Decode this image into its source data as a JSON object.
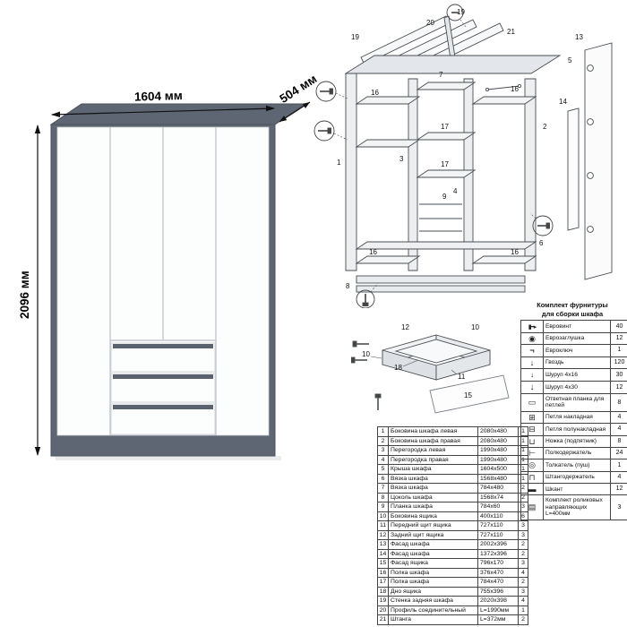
{
  "dims": {
    "width": "1604 мм",
    "depth": "504 мм",
    "height": "2096 мм"
  },
  "exploded": {
    "callouts": [
      "19",
      "20",
      "19",
      "21",
      "5",
      "7",
      "16",
      "16",
      "2",
      "17",
      "3",
      "1",
      "17",
      "4",
      "9",
      "6",
      "8",
      "16",
      "16",
      "13",
      "14"
    ]
  },
  "drawer": {
    "callouts": [
      "12",
      "10",
      "10",
      "18",
      "11",
      "15"
    ]
  },
  "parts_table": {
    "rows": [
      {
        "num": "1",
        "name": "Боковина шкафа левая",
        "size": "2080x480",
        "qty": "1"
      },
      {
        "num": "2",
        "name": "Боковина шкафа правая",
        "size": "2080x480",
        "qty": "1"
      },
      {
        "num": "3",
        "name": "Перегородка левая",
        "size": "1990x480",
        "qty": "1"
      },
      {
        "num": "4",
        "name": "Перегородка правая",
        "size": "1990x480",
        "qty": "1"
      },
      {
        "num": "5",
        "name": "Крыша шкафа",
        "size": "1604x500",
        "qty": "1"
      },
      {
        "num": "6",
        "name": "Вязка шкафа",
        "size": "1568x480",
        "qty": "1"
      },
      {
        "num": "7",
        "name": "Вязка шкафа",
        "size": "784x480",
        "qty": "2"
      },
      {
        "num": "8",
        "name": "Цоколь шкафа",
        "size": "1568x74",
        "qty": "2"
      },
      {
        "num": "9",
        "name": "Планка шкафа",
        "size": "784x60",
        "qty": "3"
      },
      {
        "num": "10",
        "name": "Боковина ящика",
        "size": "400x110",
        "qty": "6"
      },
      {
        "num": "11",
        "name": "Передний щит ящика",
        "size": "727x110",
        "qty": "3"
      },
      {
        "num": "12",
        "name": "Задний щит ящика",
        "size": "727x110",
        "qty": "3"
      },
      {
        "num": "13",
        "name": "Фасад шкафа",
        "size": "2002x396",
        "qty": "2"
      },
      {
        "num": "14",
        "name": "Фасад шкафа",
        "size": "1372x396",
        "qty": "2"
      },
      {
        "num": "15",
        "name": "Фасад ящика",
        "size": "796x170",
        "qty": "3"
      },
      {
        "num": "16",
        "name": "Полка шкафа",
        "size": "376x470",
        "qty": "4"
      },
      {
        "num": "17",
        "name": "Полка шкафа",
        "size": "784x470",
        "qty": "2"
      },
      {
        "num": "18",
        "name": "Дно ящика",
        "size": "755x396",
        "qty": "3"
      },
      {
        "num": "19",
        "name": "Стенка задняя шкафа",
        "size": "2020x398",
        "qty": "4"
      },
      {
        "num": "20",
        "name": "Профиль соединительный",
        "size": "L=1990мм",
        "qty": "1"
      },
      {
        "num": "21",
        "name": "Штанга",
        "size": "L=372мм",
        "qty": "2"
      }
    ]
  },
  "hardware_table": {
    "title_line1": "Комплект фурнитуры",
    "title_line2": "для сборки шкафа",
    "rows": [
      {
        "icon": "euroscrew-icon",
        "name": "Евровинт",
        "qty": "40"
      },
      {
        "icon": "plug-icon",
        "name": "Еврозаглушка",
        "qty": "12"
      },
      {
        "icon": "hexkey-icon",
        "name": "Евроключ",
        "qty": "1"
      },
      {
        "icon": "nail-icon",
        "name": "Гвоздь",
        "qty": "120"
      },
      {
        "icon": "screw-4x16-icon",
        "name": "Шуруп 4x16",
        "qty": "30"
      },
      {
        "icon": "screw-4x30-icon",
        "name": "Шуруп 4x30",
        "qty": "12"
      },
      {
        "icon": "strike-plate-icon",
        "name": "Ответная планка для петлей",
        "qty": "8"
      },
      {
        "icon": "overlay-hinge-icon",
        "name": "Петля накладная",
        "qty": "4"
      },
      {
        "icon": "half-overlay-hinge-icon",
        "name": "Петля полунакладная",
        "qty": "4"
      },
      {
        "icon": "foot-icon",
        "name": "Ножка (подпятник)",
        "qty": "8"
      },
      {
        "icon": "shelf-pin-icon",
        "name": "Полкодержатель",
        "qty": "24"
      },
      {
        "icon": "push-latch-icon",
        "name": "Толкатель (пуш)",
        "qty": "1"
      },
      {
        "icon": "rod-holder-icon",
        "name": "Штангодержатель",
        "qty": "4"
      },
      {
        "icon": "dowel-icon",
        "name": "Шкант",
        "qty": "12"
      },
      {
        "icon": "roller-guides-icon",
        "name": "Комплект роликовых направляющих L=400мм",
        "qty": "3"
      }
    ]
  }
}
